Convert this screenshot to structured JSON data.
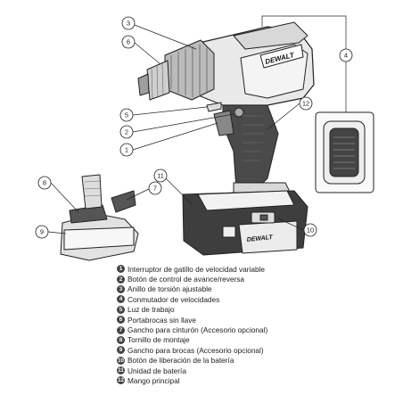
{
  "brand": {
    "logo_text": "DEWALT"
  },
  "callouts": [
    {
      "number": "3"
    },
    {
      "number": "6"
    },
    {
      "number": "5"
    },
    {
      "number": "2"
    },
    {
      "number": "1"
    },
    {
      "number": "12"
    },
    {
      "number": "4"
    },
    {
      "number": "8"
    },
    {
      "number": "7"
    },
    {
      "number": "9"
    },
    {
      "number": "11"
    },
    {
      "number": "10"
    }
  ],
  "legend": [
    {
      "number": "1",
      "text": "Interruptor de gatillo de velocidad variable"
    },
    {
      "number": "2",
      "text": "Botón de control de avance/reversa"
    },
    {
      "number": "3",
      "text": "Anillo de torsión ajustable"
    },
    {
      "number": "4",
      "text": "Conmutador de velocidades"
    },
    {
      "number": "5",
      "text": "Luz de trabajo"
    },
    {
      "number": "6",
      "text": "Portabrocas sin llave"
    },
    {
      "number": "7",
      "text": "Gancho para cinturón (Accesorio opcional)"
    },
    {
      "number": "8",
      "text": "Tornillo de montaje"
    },
    {
      "number": "9",
      "text": "Gancho para brocas (Accesorio opcional)"
    },
    {
      "number": "10",
      "text": "Botón de liberación de la batería"
    },
    {
      "number": "11",
      "text": "Unidad de batería"
    },
    {
      "number": "12",
      "text": "Mango principal"
    }
  ]
}
